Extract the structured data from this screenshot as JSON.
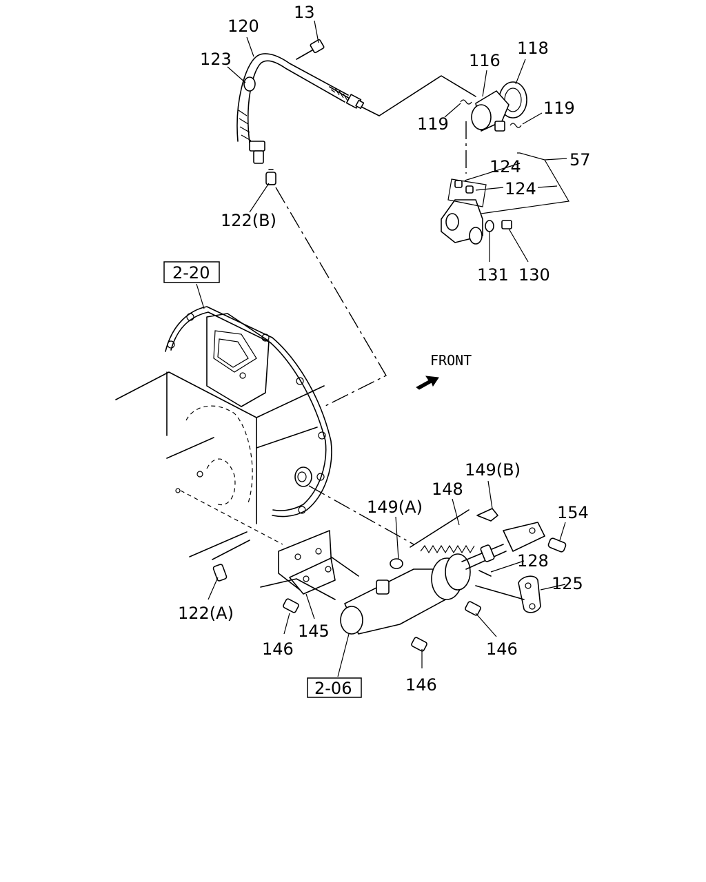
{
  "labels": {
    "p13": "13",
    "p120": "120",
    "p123": "123",
    "p116": "116",
    "p118": "118",
    "p119a": "119",
    "p119b": "119",
    "p124a": "124",
    "p124b": "124",
    "p57": "57",
    "p122b": "122(B)",
    "p131": "131",
    "p130": "130",
    "ref220": "2-20",
    "front": "FRONT",
    "p149b": "149(B)",
    "p148": "148",
    "p149a": "149(A)",
    "p154": "154",
    "p128": "128",
    "p125": "125",
    "p122a": "122(A)",
    "p146a": "146",
    "p145": "145",
    "p146b": "146",
    "p146c": "146",
    "ref206": "2-06"
  }
}
